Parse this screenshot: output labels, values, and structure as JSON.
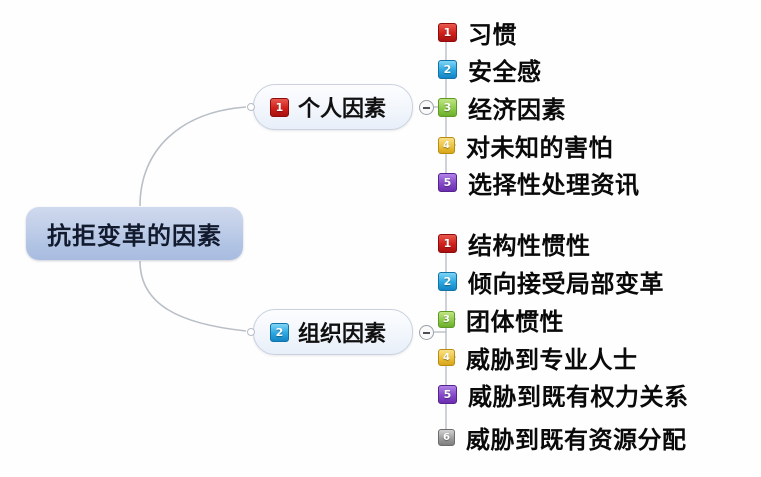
{
  "title": "抗拒变革的因素",
  "root": {
    "label": "抗拒变革的因素"
  },
  "colors": {
    "root_fill_top": "#cfd9ee",
    "root_fill_bottom": "#a8bce0",
    "branch_fill": "#f2f6fc",
    "connector_line": "#b9bfc7",
    "badge_1": "#cf1f18",
    "badge_2": "#2aa7e0",
    "badge_3": "#8ecb4a",
    "badge_4": "#ecc33f",
    "badge_5": "#8448c8",
    "badge_6": "#9d9d9d",
    "background": "#ffffff"
  },
  "branches": [
    {
      "number": "1",
      "label": "个人因素",
      "badge_color": "red",
      "toggle": "collapse",
      "children": [
        {
          "number": "1",
          "label": "习惯",
          "badge_color": "red"
        },
        {
          "number": "2",
          "label": "安全感",
          "badge_color": "blue"
        },
        {
          "number": "3",
          "label": "经济因素",
          "badge_color": "green"
        },
        {
          "number": "4",
          "label": "对未知的害怕",
          "badge_color": "gold"
        },
        {
          "number": "5",
          "label": "选择性处理资讯",
          "badge_color": "purple"
        }
      ]
    },
    {
      "number": "2",
      "label": "组织因素",
      "badge_color": "blue",
      "toggle": "collapse",
      "children": [
        {
          "number": "1",
          "label": "结构性惯性",
          "badge_color": "red"
        },
        {
          "number": "2",
          "label": "倾向接受局部变革",
          "badge_color": "blue"
        },
        {
          "number": "3",
          "label": "团体惯性",
          "badge_color": "green"
        },
        {
          "number": "4",
          "label": "威胁到专业人士",
          "badge_color": "gold"
        },
        {
          "number": "5",
          "label": "威胁到既有权力关系",
          "badge_color": "purple"
        },
        {
          "number": "6",
          "label": "威胁到既有资源分配",
          "badge_color": "gray"
        }
      ]
    }
  ]
}
